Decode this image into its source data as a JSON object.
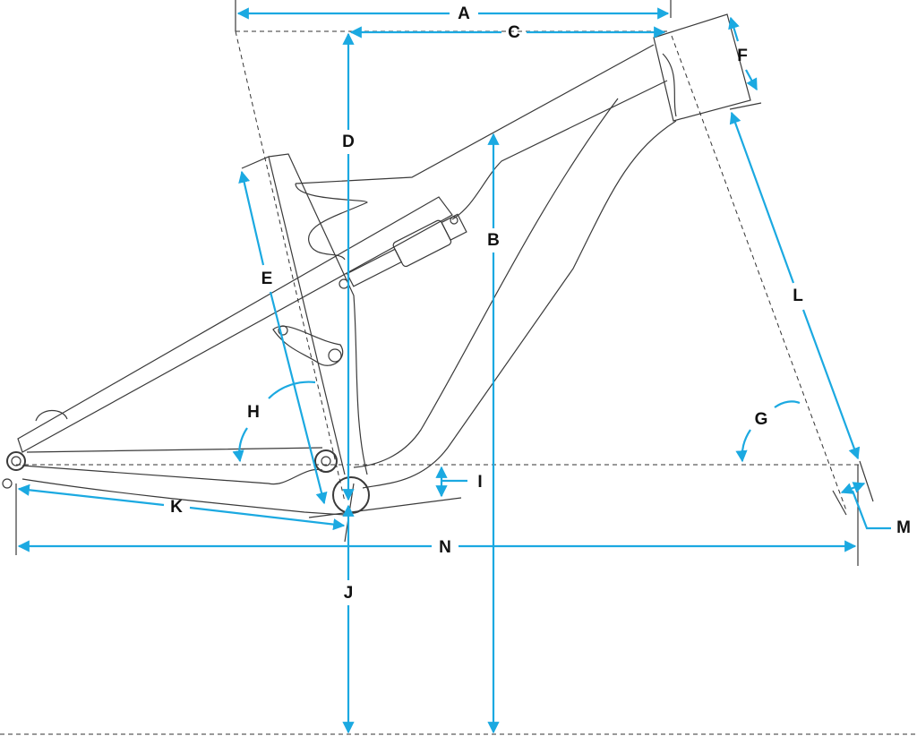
{
  "labels": {
    "A": "A",
    "B": "B",
    "C": "C",
    "D": "D",
    "E": "E",
    "F": "F",
    "G": "G",
    "H": "H",
    "I": "I",
    "J": "J",
    "K": "K",
    "L": "L",
    "M": "M",
    "N": "N"
  },
  "colors": {
    "dimension": "#1ba9e1",
    "frame": "#3a3a3a",
    "label": "#111111"
  }
}
